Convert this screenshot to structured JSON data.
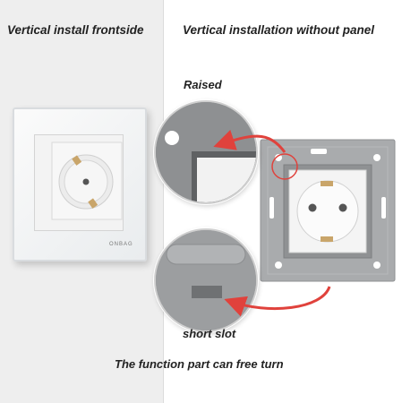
{
  "captions": {
    "left": "Vertical install frontside",
    "right": "Vertical installation without panel",
    "raised": "Raised",
    "slot": "short slot",
    "turn": "The function part can free turn"
  },
  "brand": "ONBAG",
  "colors": {
    "arrow": "#e0423c",
    "mechanism": "#a6a8aa",
    "background_left": "#eeeeee"
  }
}
